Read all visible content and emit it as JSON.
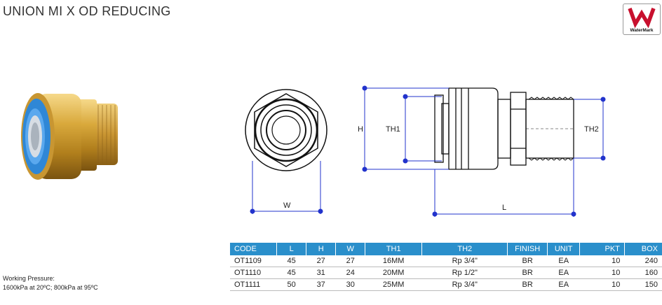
{
  "header": {
    "title": "UNION MI X OD REDUCING"
  },
  "logo": {
    "name": "watermark-logo",
    "text": "WaterMark",
    "color": "#c8102e"
  },
  "drawing": {
    "labels": {
      "h": "H",
      "th1": "TH1",
      "th2": "TH2",
      "w": "W",
      "l": "L"
    },
    "dimension_color": "#2233cc"
  },
  "table": {
    "header_color": "#2a8fcb",
    "columns": [
      "CODE",
      "L",
      "H",
      "W",
      "TH1",
      "TH2",
      "FINISH",
      "UNIT",
      "PKT",
      "BOX"
    ],
    "rows": [
      [
        "OT1109",
        "45",
        "27",
        "27",
        "16MM",
        "Rp 3/4\"",
        "BR",
        "EA",
        "10",
        "240"
      ],
      [
        "OT1110",
        "45",
        "31",
        "24",
        "20MM",
        "Rp 1/2\"",
        "BR",
        "EA",
        "10",
        "160"
      ],
      [
        "OT1111",
        "50",
        "37",
        "30",
        "25MM",
        "Rp 3/4\"",
        "BR",
        "EA",
        "10",
        "150"
      ]
    ]
  },
  "notes": {
    "line1": "Working Pressure:",
    "line2": "1600kPa at 20ºC; 800kPa at 95ºC"
  }
}
